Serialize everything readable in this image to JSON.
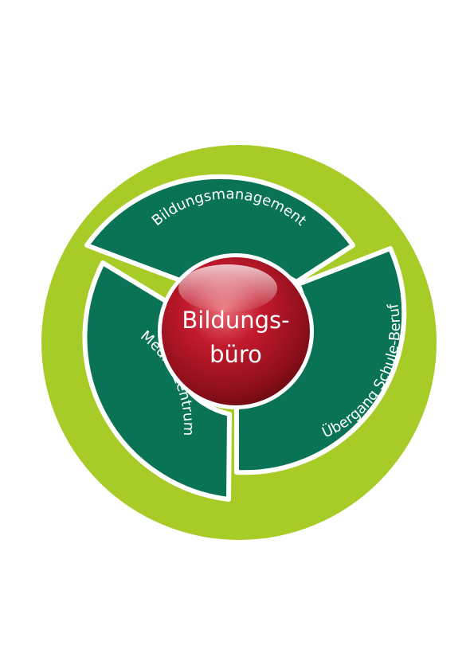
{
  "colors": {
    "outer_ring": "#a8cc27",
    "segment_fill": "#0a7355",
    "segment_border": "#ffffff",
    "sphere_light": "#e8707a",
    "sphere_mid": "#c2182b",
    "sphere_dark": "#7e0d16",
    "text": "#ffffff"
  },
  "segments": [
    {
      "label": "Bildungsmanagement"
    },
    {
      "label": "Übergang Schule-Beruf"
    },
    {
      "label": "Medienzentrum"
    }
  ],
  "center": {
    "line1": "Bildungs-",
    "line2": "büro"
  }
}
